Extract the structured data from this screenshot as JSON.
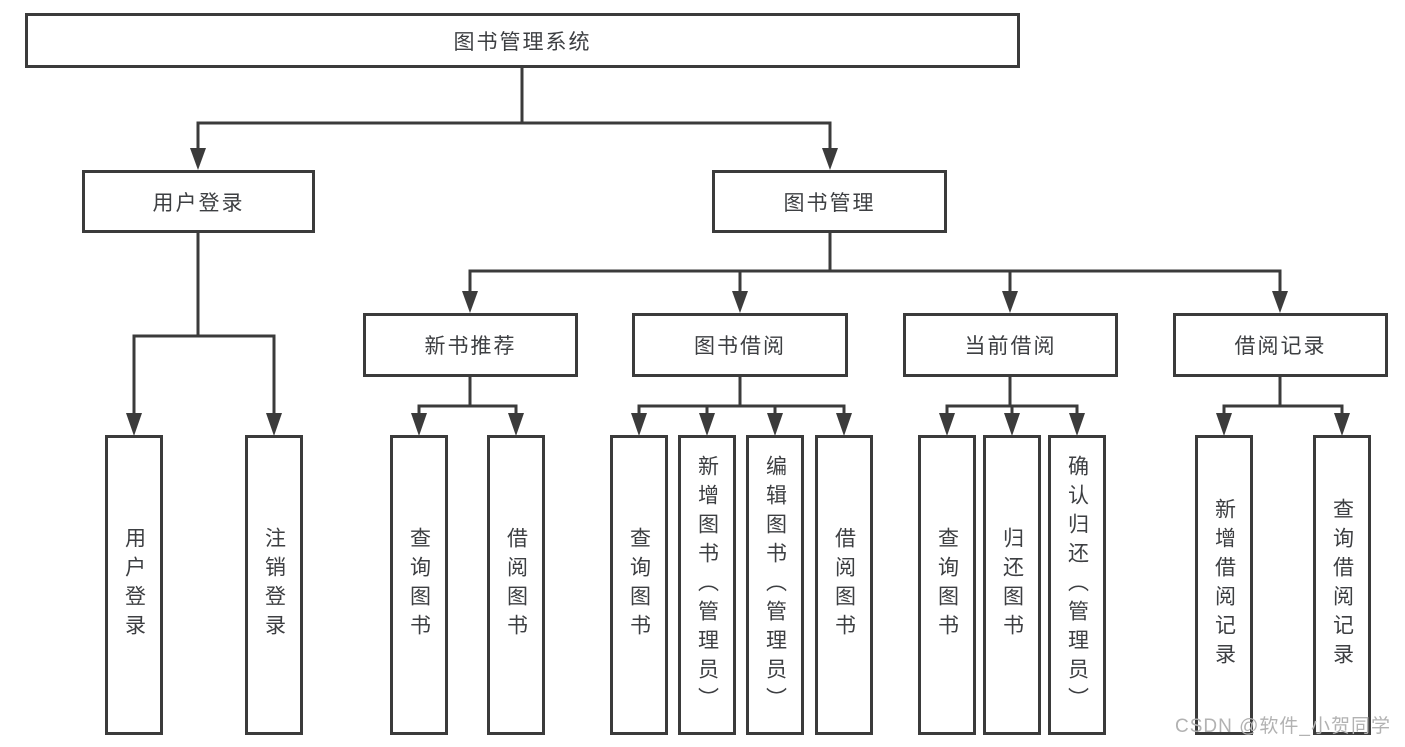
{
  "colors": {
    "line": "#3b3b3b",
    "text": "#3d3f42",
    "background": "#ffffff",
    "watermark": "#b2b2b2"
  },
  "diagram": {
    "type": "hierarchy-tree",
    "root": {
      "label": "图书管理系统"
    },
    "branches": [
      {
        "label": "用户登录",
        "children": [
          {
            "label": "用户登录"
          },
          {
            "label": "注销登录"
          }
        ]
      },
      {
        "label": "图书管理",
        "children": [
          {
            "label": "新书推荐",
            "children": [
              {
                "label": "查询图书"
              },
              {
                "label": "借阅图书"
              }
            ]
          },
          {
            "label": "图书借阅",
            "children": [
              {
                "label": "查询图书"
              },
              {
                "label": "新增图书（管理员）"
              },
              {
                "label": "编辑图书（管理员）"
              },
              {
                "label": "借阅图书"
              }
            ]
          },
          {
            "label": "当前借阅",
            "children": [
              {
                "label": "查询图书"
              },
              {
                "label": "归还图书"
              },
              {
                "label": "确认归还（管理员）"
              }
            ]
          },
          {
            "label": "借阅记录",
            "children": [
              {
                "label": "新增借阅记录"
              },
              {
                "label": "查询借阅记录"
              }
            ]
          }
        ]
      }
    ]
  },
  "watermark": {
    "text": "CSDN @软件_小贺同学"
  }
}
